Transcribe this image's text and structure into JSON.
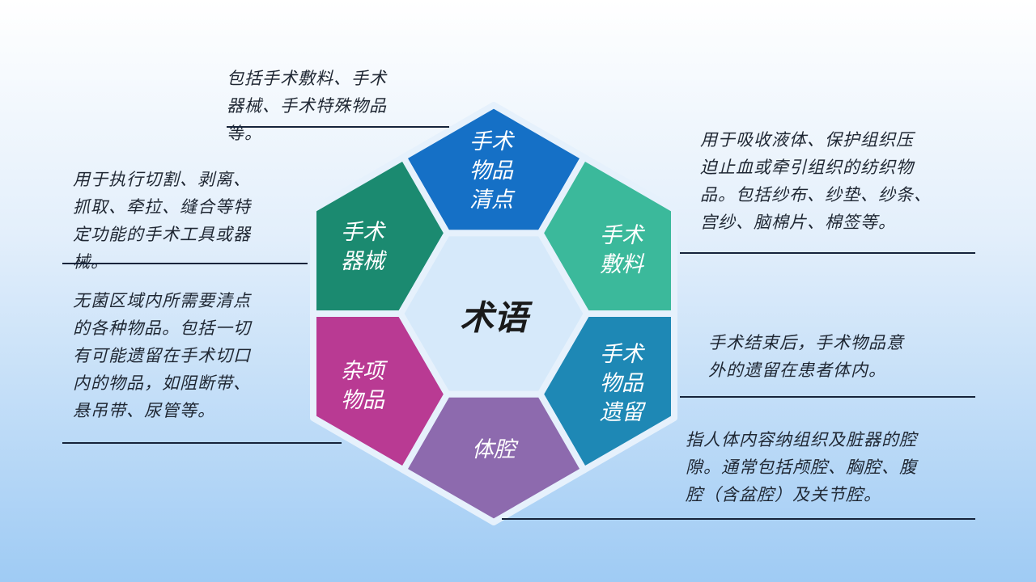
{
  "center_label": "术语",
  "segments": [
    {
      "label": "手术\n物品\n清点",
      "color": "#1570c6",
      "description": "包括手术敷料、手术\n器械、手术特殊物品\n等。"
    },
    {
      "label": "手术\n敷料",
      "color": "#3bb99b",
      "description": "用于吸收液体、保护组织压\n迫止血或牵引组织的纺织物\n品。包括纱布、纱垫、纱条、\n宫纱、脑棉片、棉签等。"
    },
    {
      "label": "手术\n物品\n遗留",
      "color": "#1e88b5",
      "description": "手术结束后，手术物品意\n外的遗留在患者体内。"
    },
    {
      "label": "体腔",
      "color": "#8d6aae",
      "description": "指人体内容纳组织及脏器的腔\n隙。通常包括颅腔、胸腔、腹\n腔（含盆腔）及关节腔。"
    },
    {
      "label": "杂项\n物品",
      "color": "#b93a93",
      "description": "无菌区域内所需要清点\n的各种物品。包括一切\n有可能遗留在手术切口\n内的物品，如阻断带、\n悬吊带、尿管等。"
    },
    {
      "label": "手术\n器械",
      "color": "#1b8a70",
      "description": "用于执行切割、剥离、\n抓取、牵拉、缝合等特\n定功能的手术工具或器\n械。"
    }
  ],
  "inner_color": "#d6e9fa"
}
